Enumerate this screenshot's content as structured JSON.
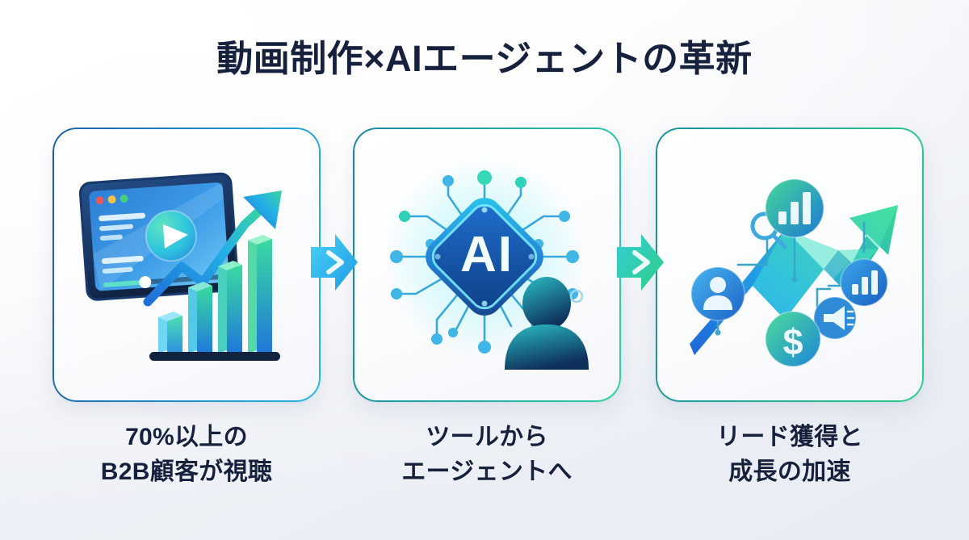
{
  "slide": {
    "title": "動画制作×AIエージェントの革新",
    "background_color": "#f3f5f8",
    "title_color": "#16213e"
  },
  "cards": [
    {
      "id": "video-analytics",
      "border_gradient": [
        "#1d5fa8",
        "#22b7e0"
      ],
      "illustration": "video-player-with-growth-bar-chart",
      "caption_line1": "70%以上の",
      "caption_line2": "B2B顧客が視聴"
    },
    {
      "id": "ai-agent",
      "border_gradient": [
        "#18879f",
        "#2fcfa6"
      ],
      "illustration": "ai-chip-neural-network-with-person",
      "chip_label": "AI",
      "caption_line1": "ツールから",
      "caption_line2": "エージェントへ"
    },
    {
      "id": "lead-growth",
      "border_gradient": [
        "#1a8f9a",
        "#2ecc8f"
      ],
      "illustration": "growth-arrow-with-metric-badges",
      "badges": [
        "person",
        "magnifier",
        "bar-chart",
        "bar-chart",
        "dollar-coin",
        "megaphone"
      ],
      "caption_line1": "リード獲得と",
      "caption_line2": "成長の加速"
    }
  ],
  "connectors": [
    {
      "id": "connector-1",
      "glyph": "chevron-right",
      "gradient": [
        "#35c6f0",
        "#2aa8e8"
      ]
    },
    {
      "id": "connector-2",
      "glyph": "chevron-right",
      "gradient": [
        "#2fc8c2",
        "#35cf8e"
      ]
    }
  ]
}
